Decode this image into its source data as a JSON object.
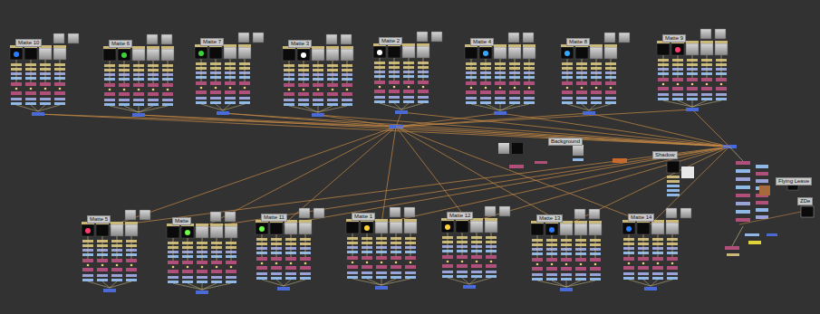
{
  "diagram": {
    "nodes": [
      {
        "text": [
          "Matte 10"
        ]
      },
      {
        "text": [
          "Matte 6"
        ]
      },
      {
        "text": [
          "Matte 7"
        ]
      },
      {
        "text": [
          "Matte 3"
        ]
      },
      {
        "text": [
          "Matte 2"
        ]
      },
      {
        "text": [
          "Matte 4"
        ]
      },
      {
        "text": [
          "Matte 8"
        ]
      },
      {
        "text": [
          "Matte 9"
        ]
      },
      {
        "text": [
          "Background"
        ]
      },
      {
        "text": [
          "Shadow"
        ]
      },
      {
        "text": [
          "Flying Leave"
        ]
      },
      {
        "text": [
          "ZDe"
        ]
      },
      {
        "text": [
          "Matte 5"
        ]
      },
      {
        "text": [
          "Matte"
        ]
      },
      {
        "text": [
          "Matte 11"
        ]
      },
      {
        "text": [
          "Matte 1"
        ]
      },
      {
        "text": [
          "Matte 12"
        ]
      },
      {
        "text": [
          "Matte 13"
        ]
      },
      {
        "text": [
          "Matte 14"
        ]
      }
    ]
  }
}
